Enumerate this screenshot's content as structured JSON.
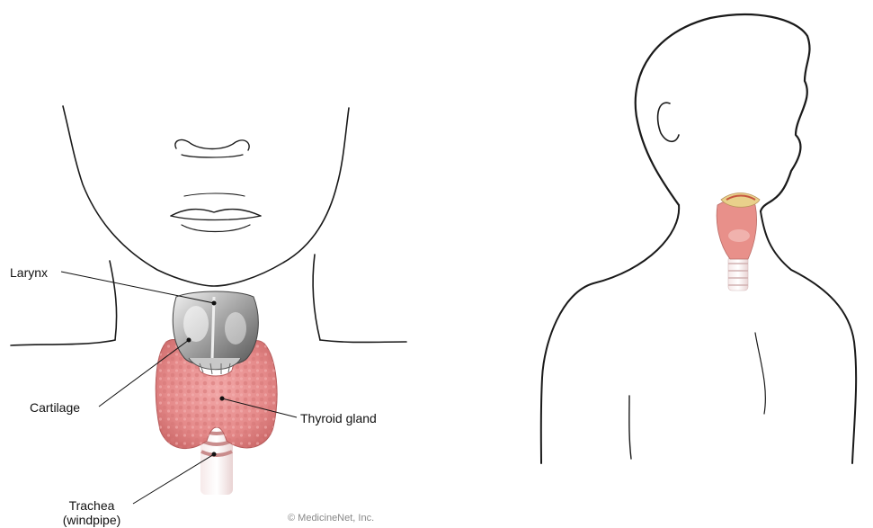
{
  "labels": {
    "larynx": "Larynx",
    "cartilage": "Cartilage",
    "thyroid_gland": "Thyroid gland",
    "trachea": "Trachea",
    "windpipe": "(windpipe)"
  },
  "copyright": "© MedicineNet, Inc.",
  "colors": {
    "outline": "#1a1a1a",
    "thyroid": "#e88f8f",
    "thyroid_dark": "#c86464",
    "cartilage": "#b9b9b9",
    "trachea_ring": "#d9a5a5"
  }
}
